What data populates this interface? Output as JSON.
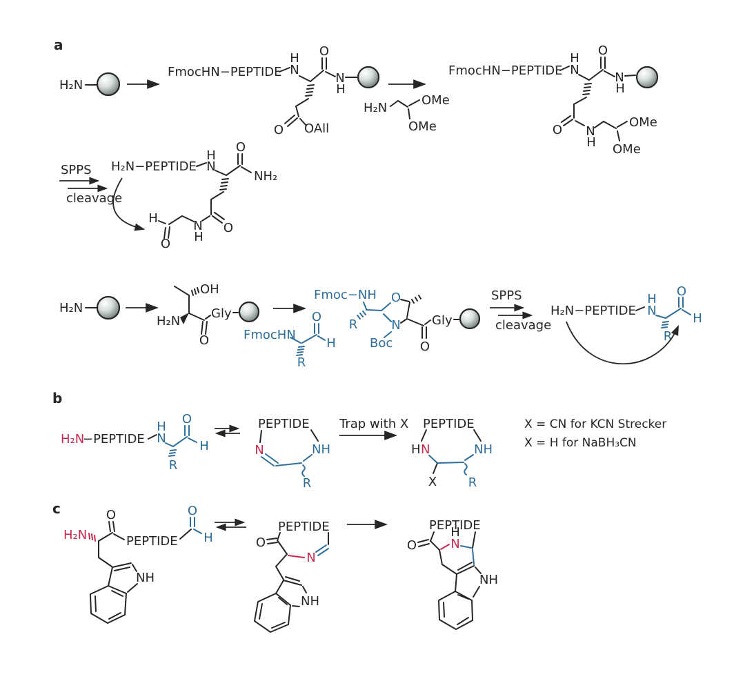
{
  "figure": {
    "panel_a_label": "a",
    "panel_b_label": "b",
    "panel_c_label": "c"
  },
  "labels": {
    "h2n": "H₂N",
    "fmochn_peptide": "FmocHN−PEPTIDE",
    "h2n_peptide": "H₂N−PEPTIDE",
    "dash_peptide": "−PEPTIDE",
    "peptide": "PEPTIDE",
    "oall": "OAll",
    "ome": "OMe",
    "oh": "OH",
    "gly": "Gly",
    "nh2": "NH₂",
    "nh": "NH",
    "fmochn": "FmocHN",
    "fmoc_nh": "Fmoc−NH",
    "boc": "Boc",
    "spps": "SPPS",
    "cleavage": "cleavage",
    "trap_with_x": "Trap with X",
    "x_cn": "X = CN for KCN Strecker",
    "x_h": "X = H for NaBH₃CN"
  },
  "atoms": {
    "O": "O",
    "N": "N",
    "H": "H",
    "R": "R",
    "X": "X"
  },
  "colors": {
    "black": "#262626",
    "blue": "#2e6d99",
    "red": "#c62a4d",
    "bead_hi": "#ffffff",
    "bead_mid": "#d8dfdb",
    "bead_dark": "#6e7d78"
  }
}
